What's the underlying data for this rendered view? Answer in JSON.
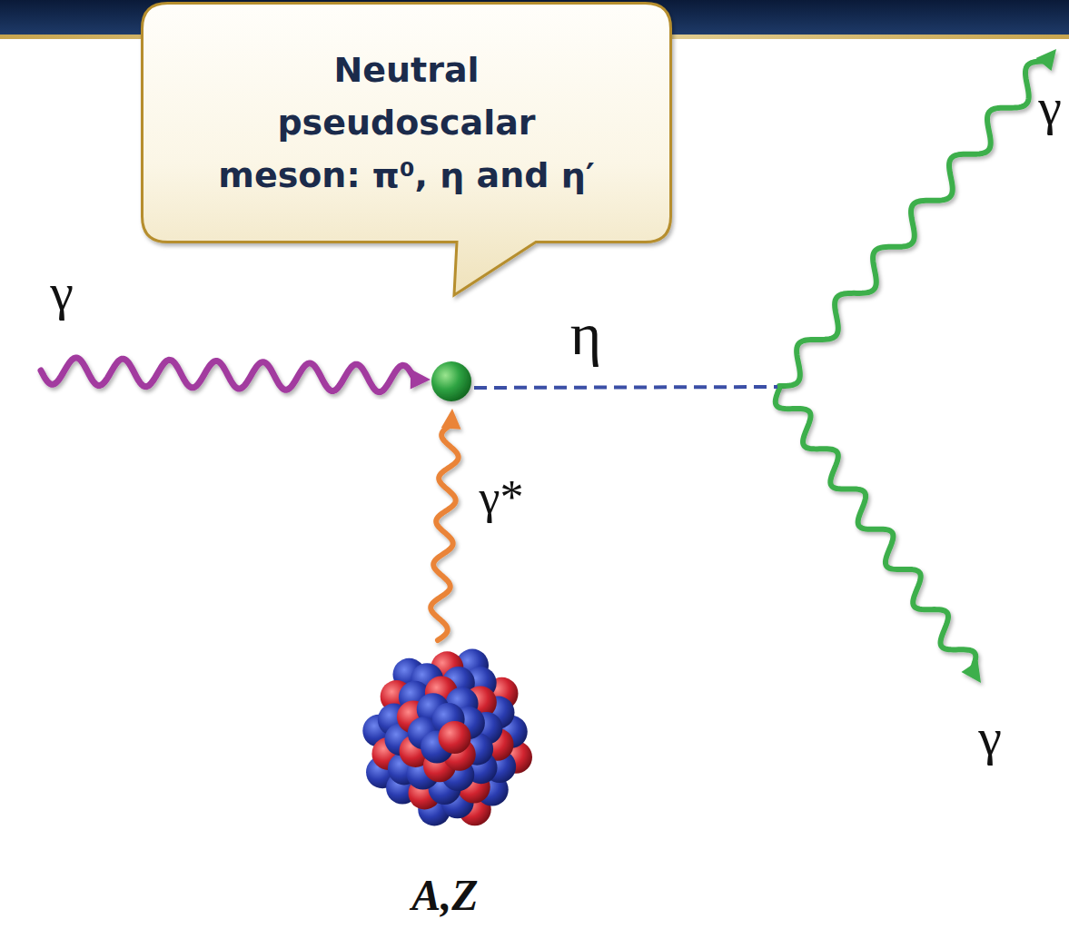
{
  "diagram": {
    "nodes": [
      {
        "text": [
          "Neutral pseudoscalar meson: π⁰, η and η′"
        ]
      }
    ],
    "labels": [
      "γ",
      "γ",
      "η",
      "γ*",
      "γ",
      "A,Z"
    ]
  }
}
